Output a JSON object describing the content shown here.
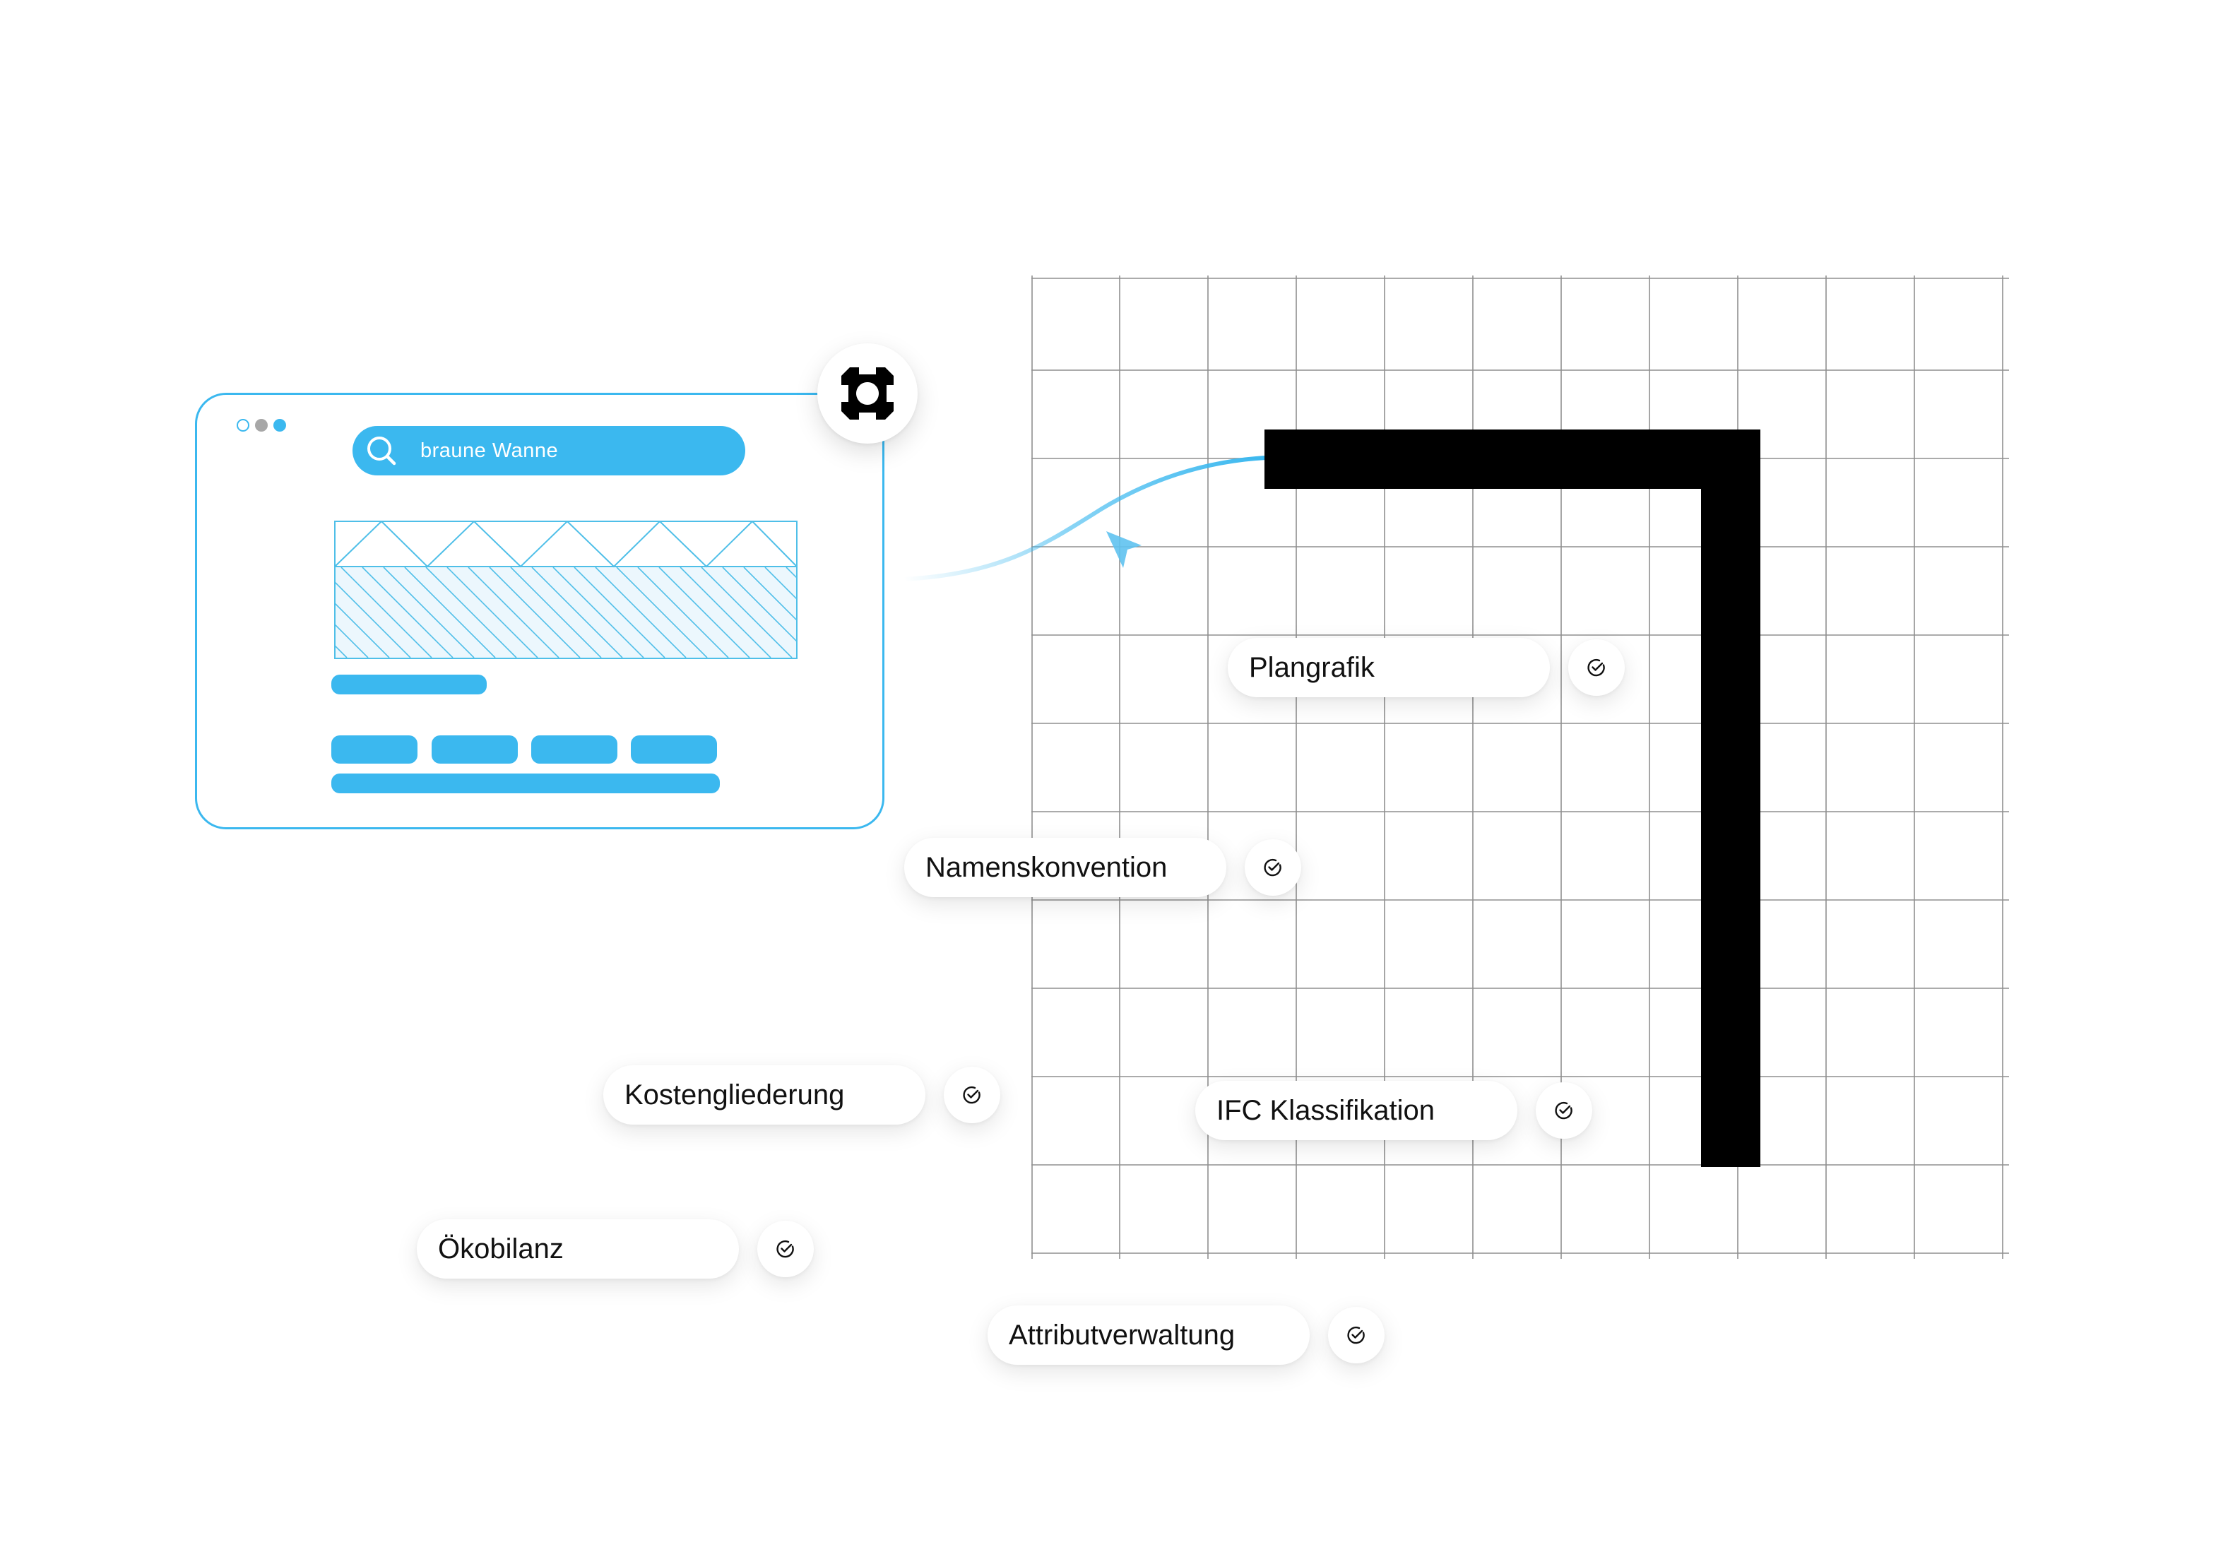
{
  "search": {
    "query": "braune Wanne"
  },
  "tags": [
    {
      "label": "Plangrafik"
    },
    {
      "label": "Namenskonvention"
    },
    {
      "label": "Kostengliederung"
    },
    {
      "label": "IFC Klassifikation"
    },
    {
      "label": "Ökobilanz"
    },
    {
      "label": "Attributverwaltung"
    }
  ],
  "colors": {
    "accent": "#3bb8ef",
    "wall": "#000000",
    "grid": "#8a8a8a"
  },
  "icons": {
    "badge": "gear-icon",
    "search": "search-icon",
    "tag_status": "check-circle-icon"
  }
}
